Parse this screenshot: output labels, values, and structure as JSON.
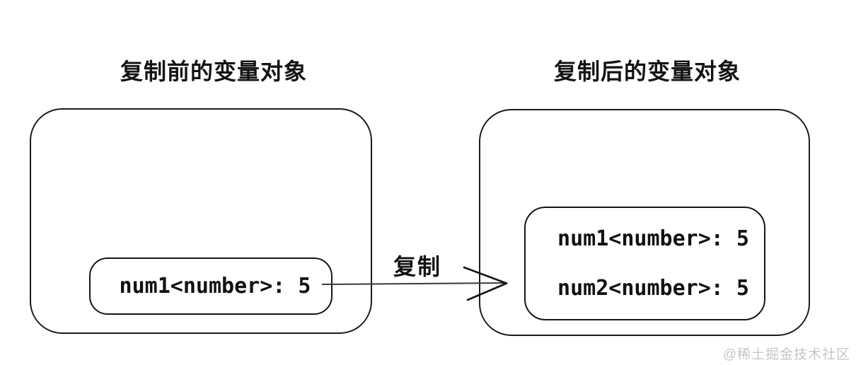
{
  "before": {
    "title": "复制前的变量对象",
    "variables": [
      "num1<number>: 5"
    ]
  },
  "after": {
    "title": "复制后的变量对象",
    "variables": [
      "num1<number>: 5",
      "num2<number>: 5"
    ]
  },
  "arrow": {
    "label": "复制"
  },
  "watermark": "@稀土掘金技术社区",
  "colors": {
    "ink": "#1c1c1c",
    "arrow_shaft": "#3a3a3a",
    "watermark": "#c6c6c6",
    "background": "#ffffff"
  }
}
